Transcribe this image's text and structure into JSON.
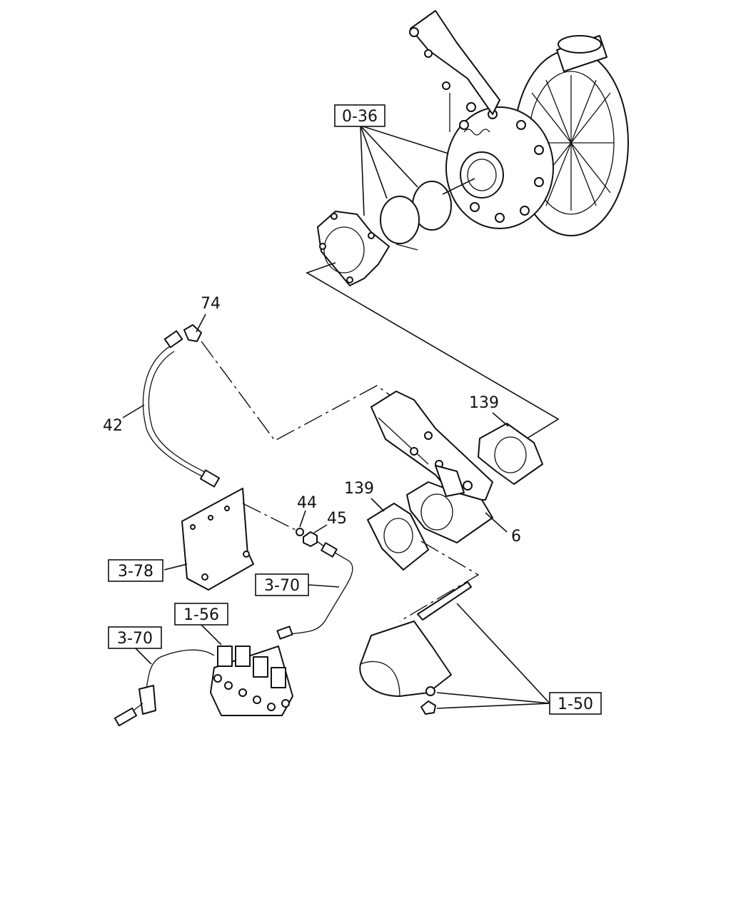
{
  "callouts": {
    "turbo_group": "0-36",
    "pipe_item": "74",
    "hose_item": "42",
    "gasket_upper": "139",
    "gasket_lower": "139",
    "washer_item": "44",
    "nut_item": "45",
    "valve_item": "6",
    "bracket_group": "3-78",
    "pipe_group_right": "3-70",
    "pipe_group_left": "3-70",
    "solenoid_group": "1-56",
    "exhaust_group": "1-50"
  }
}
